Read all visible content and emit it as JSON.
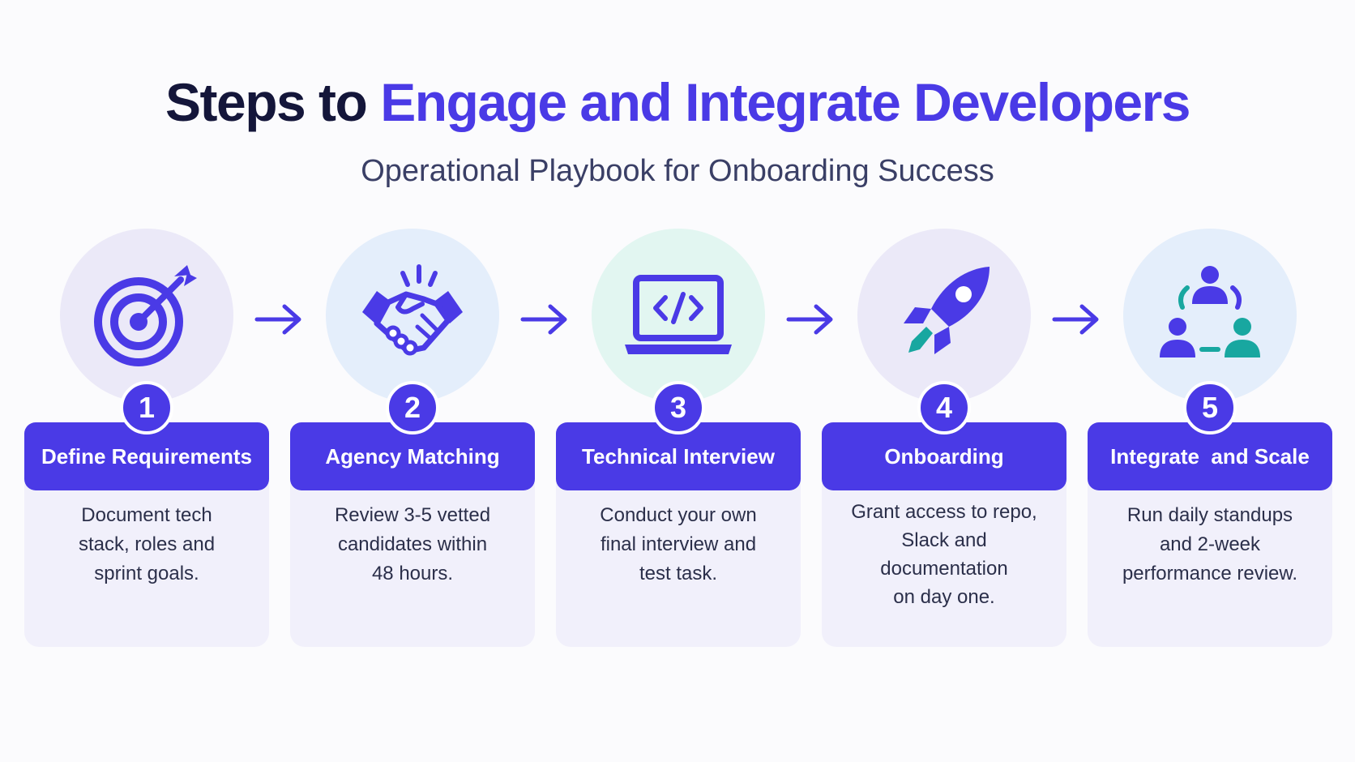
{
  "title": {
    "prefix": "Steps to ",
    "accent": "Engage and Integrate Developers"
  },
  "subtitle": "Operational Playbook for Onboarding Success",
  "steps": [
    {
      "number": "1",
      "title": "Define Requirements",
      "icon": "target-arrow-icon",
      "desc": [
        "Document tech",
        "stack, roles and",
        "sprint goals."
      ]
    },
    {
      "number": "2",
      "title": "Agency Matching",
      "icon": "handshake-icon",
      "desc": [
        "Review 3-5 vetted",
        "candidates within",
        "48 hours."
      ]
    },
    {
      "number": "3",
      "title": "Technical Interview",
      "icon": "laptop-code-icon",
      "desc": [
        "Conduct your own",
        "final interview and",
        "test task."
      ]
    },
    {
      "number": "4",
      "title": "Onboarding",
      "icon": "rocket-icon",
      "desc": [
        "Grant access to repo,",
        "Slack and",
        "documentation",
        "on day one."
      ]
    },
    {
      "number": "5",
      "title": "Integrate  and Scale",
      "icon": "team-network-icon",
      "desc": [
        "Run daily standups",
        "and 2-week",
        "performance review."
      ]
    }
  ],
  "colors": {
    "accent": "#4a3ae6",
    "title_dark": "#14163a",
    "teal": "#18a7a0",
    "circle_bg": [
      "#ebe9f8",
      "#e4eefb",
      "#e2f6f1",
      "#ebe9f8",
      "#e4eefb"
    ]
  }
}
